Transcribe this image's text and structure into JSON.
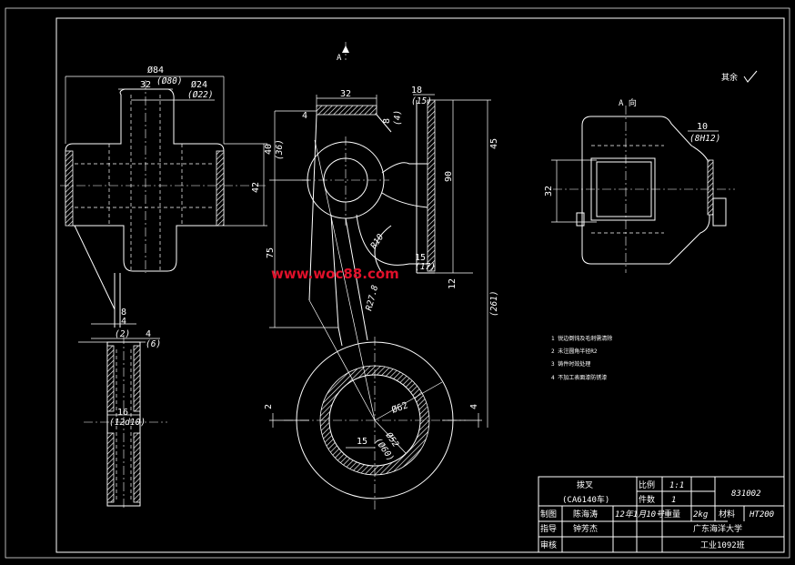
{
  "watermark": "www.woc88.com",
  "roughness_note": "其余",
  "view_label_a_arrow": "A",
  "view_label_a": "A 向",
  "front_view": {
    "dims": {
      "d84": "Ø84",
      "d80": "(Ø80)",
      "w32": "32",
      "d24": "Ø24",
      "d22": "(Ø22)",
      "h42": "42",
      "w8": "8",
      "w4a": "4",
      "w2": "(2)",
      "w4b": "4",
      "w6": "(6)",
      "w16": "16",
      "w12d10": "(12d10)"
    }
  },
  "side_view": {
    "dims": {
      "w32": "32",
      "t4": "4",
      "t18": "18",
      "t15p": "(15)",
      "h8": "8",
      "h4p": "(4)",
      "h40": "40",
      "h36p": "(36)",
      "h45": "45",
      "h90": "90",
      "h75": "75",
      "r10": "R10",
      "h15": "15",
      "h17": "(17)",
      "h12": "12",
      "r27": "R27.8",
      "h261": "(261)",
      "d62": "Ø62",
      "h2": "2",
      "h4": "4",
      "w15": "15",
      "d52": "Ø52",
      "d60": "(Ø60)"
    }
  },
  "a_view": {
    "dims": {
      "w10": "10",
      "h8": "(8H12)",
      "h32": "32"
    }
  },
  "notes": [
    "1 锐边倒钝及毛刺需清除",
    "2 未注圆角半径R2",
    "3 铸件时效处理",
    "4 不加工表面漆防锈漆"
  ],
  "title_block": {
    "part_name": "拨叉",
    "model": "(CA6140车)",
    "scale_label": "比例",
    "scale": "1:1",
    "qty_label": "件数",
    "qty": "1",
    "drawing_no": "831002",
    "drawn_label": "制图",
    "drawn_by": "陈海涛",
    "date": "12年1月10号",
    "weight_label": "重量",
    "weight": "2kg",
    "material_label": "材料",
    "material": "HT200",
    "guide_label": "指导",
    "guide": "钟芳杰",
    "school": "广东海洋大学",
    "review_label": "审核",
    "class": "工业1092班"
  }
}
